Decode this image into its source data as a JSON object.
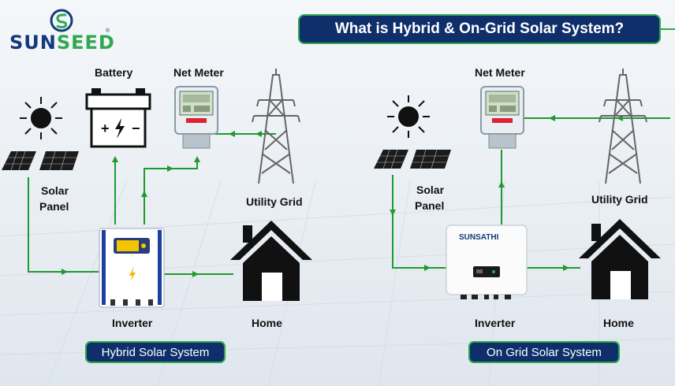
{
  "brand": {
    "logo_text_left": "SUN",
    "logo_text_right": "SEED",
    "registered_mark": "®"
  },
  "title": "What is Hybrid & On-Grid Solar System?",
  "hybrid": {
    "battery_label": "Battery",
    "net_meter_label": "Net Meter",
    "solar_panel_label_line1": "Solar",
    "solar_panel_label_line2": "Panel",
    "utility_grid_label": "Utility Grid",
    "inverter_label": "Inverter",
    "home_label": "Home",
    "system_label": "Hybrid Solar System"
  },
  "ongrid": {
    "net_meter_label": "Net Meter",
    "solar_panel_label_line1": "Solar",
    "solar_panel_label_line2": "Panel",
    "utility_grid_label": "Utility Grid",
    "inverter_brand": "SUNSATHI",
    "inverter_label": "Inverter",
    "home_label": "Home",
    "system_label": "On Grid Solar System"
  },
  "colors": {
    "navy": "#0f2f6b",
    "green": "#1f9a2e",
    "accent_green": "#2fa84f"
  },
  "icons": [
    "sun-icon",
    "solar-panel-icon",
    "battery-icon",
    "net-meter-icon",
    "transmission-tower-icon",
    "home-icon",
    "inverter-icon"
  ]
}
